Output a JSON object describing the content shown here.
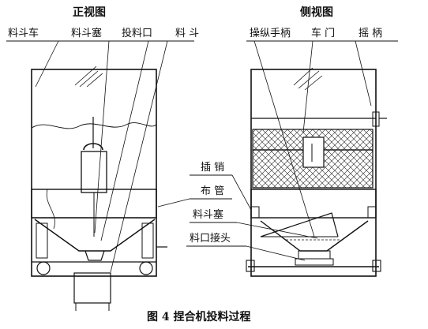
{
  "titles": {
    "front": "正视图",
    "side": "侧视图"
  },
  "labels": {
    "front_cart": "料斗车",
    "front_plug": "料斗塞",
    "front_inlet": "投料口",
    "front_hopper": "料 斗",
    "side_handle": "操纵手柄",
    "side_door": "车 门",
    "side_crank": "摇 柄",
    "pin": "插 销",
    "pipe": "布 管",
    "hopper_plug": "料斗塞",
    "inlet_joint": "料口接头"
  },
  "caption": "图 4  捏合机投料过程"
}
